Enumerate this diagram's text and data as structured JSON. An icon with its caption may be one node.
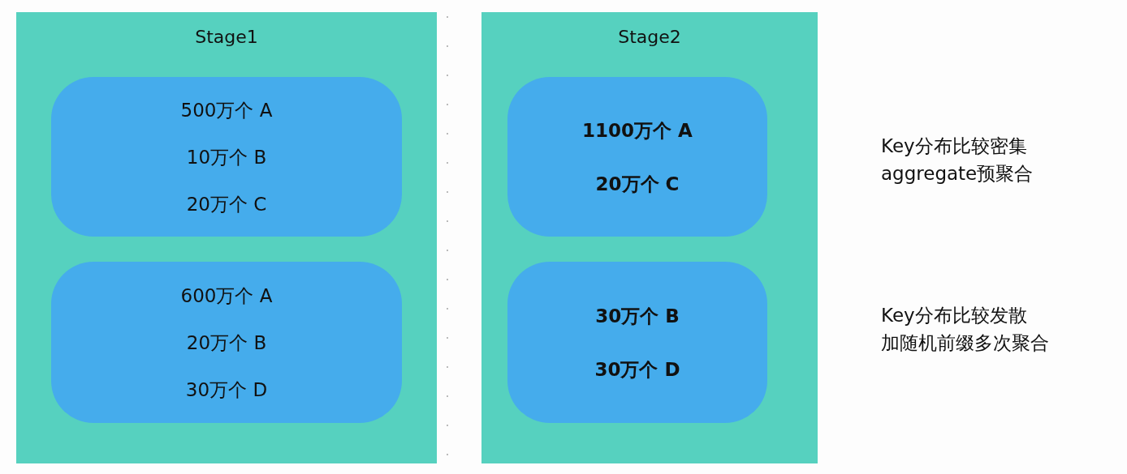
{
  "diagram": {
    "nodes": [
      {
        "text": [
          "Stage1"
        ]
      },
      {
        "text": [
          "500万个 A",
          "10万个 B",
          "20万个 C"
        ],
        "in": 0
      },
      {
        "text": [
          "600万个 A",
          "20万个 B",
          "30万个 D"
        ],
        "in": 0
      },
      {
        "text": [
          "Stage2"
        ]
      },
      {
        "text": [
          "1100万个 A",
          "20万个 C"
        ],
        "in": 3
      },
      {
        "text": [
          "30万个 B",
          "30万个 D"
        ],
        "in": 3
      }
    ],
    "labels": [
      "Key分布比较密集",
      "aggregate预聚合",
      "Key分布比较发散",
      "加随机前缀多次聚合"
    ]
  }
}
